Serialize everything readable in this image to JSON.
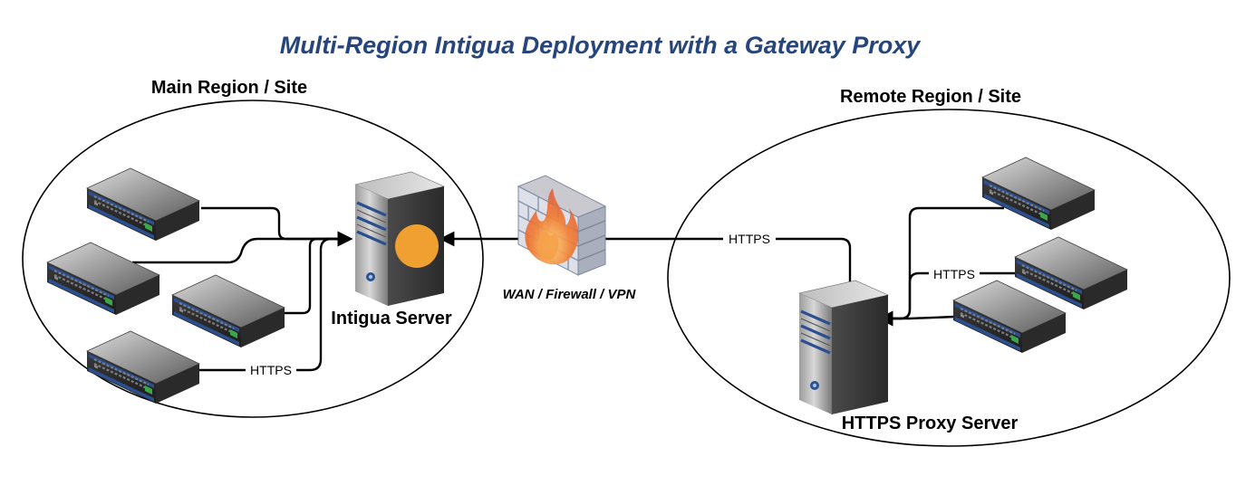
{
  "title": "Multi-Region Intigua Deployment with a Gateway Proxy",
  "main_region": {
    "label": "Main Region / Site",
    "server_label": "Intigua Server",
    "link_label": "HTTPS",
    "accent_color": "#f0a030"
  },
  "remote_region": {
    "label": "Remote Region / Site",
    "server_label": "HTTPS Proxy Server",
    "link_label": "HTTPS"
  },
  "wan": {
    "label": "WAN / Firewall / VPN",
    "link_label": "HTTPS"
  },
  "icons": {
    "client": "network-switch-icon",
    "server": "server-tower-icon",
    "firewall": "firewall-icon"
  },
  "colors": {
    "title": "#26457d",
    "device_stripe": "#2c4f8f",
    "fire": "#e8642c"
  }
}
